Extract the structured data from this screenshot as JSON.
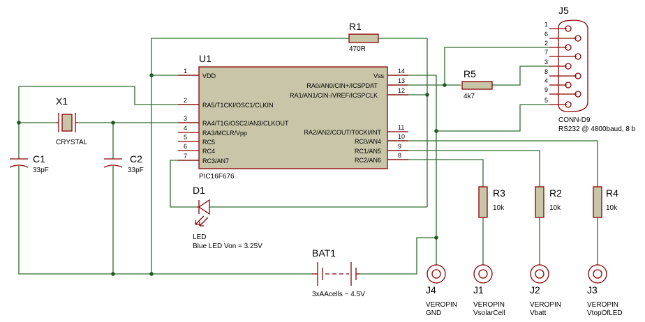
{
  "u1": {
    "ref": "U1",
    "part": "PIC16F676",
    "pins_left": [
      {
        "num": "1",
        "name": "VDD"
      },
      {
        "num": "2",
        "name": "RA5/T1CKI/OSC1/CLKIN"
      },
      {
        "num": "3",
        "name": "RA4/T1G/OSC2/AN3/CLKOUT"
      },
      {
        "num": "4",
        "name": "RA3/MCLR/Vpp"
      },
      {
        "num": "5",
        "name": "RC5"
      },
      {
        "num": "6",
        "name": "RC4"
      },
      {
        "num": "7",
        "name": "RC3/AN7"
      }
    ],
    "pins_right": [
      {
        "num": "14",
        "name": "Vss"
      },
      {
        "num": "13",
        "name": "RA0/AN0/CIN+/ICSPDAT"
      },
      {
        "num": "12",
        "name": "RA1/AN1/CIN-/VREF/ICSPCLK"
      },
      {
        "num": "11",
        "name": "RA2/AN2/COUT/T0CKI/INT"
      },
      {
        "num": "10",
        "name": "RC0/AN4"
      },
      {
        "num": "9",
        "name": "RC1/AN5"
      },
      {
        "num": "8",
        "name": "RC2/AN6"
      }
    ]
  },
  "r1": {
    "ref": "R1",
    "value": "470R"
  },
  "r5": {
    "ref": "R5",
    "value": "4k7"
  },
  "r3": {
    "ref": "R3",
    "value": "10k"
  },
  "r2": {
    "ref": "R2",
    "value": "10k"
  },
  "r4": {
    "ref": "R4",
    "value": "10k"
  },
  "x1": {
    "ref": "X1",
    "value": "CRYSTAL"
  },
  "c1": {
    "ref": "C1",
    "value": "33pF"
  },
  "c2": {
    "ref": "C2",
    "value": "33pF"
  },
  "d1": {
    "ref": "D1",
    "value": "LED",
    "note": "Blue LED Von = 3.25V"
  },
  "bat1": {
    "ref": "BAT1",
    "value": "3xAAcells ~ 4.5V"
  },
  "j5": {
    "ref": "J5",
    "value": "CONN-D9",
    "note": "RS232 @ 4800baud, 8 b",
    "pins": [
      "1",
      "6",
      "2",
      "7",
      "3",
      "8",
      "4",
      "9",
      "5"
    ]
  },
  "j4": {
    "ref": "J4",
    "type": "VEROPIN",
    "label": "GND"
  },
  "j1": {
    "ref": "J1",
    "type": "VEROPIN",
    "label": "VsolarCell"
  },
  "j2": {
    "ref": "J2",
    "type": "VEROPIN",
    "label": "Vbatt"
  },
  "j3": {
    "ref": "J3",
    "type": "VEROPIN",
    "label": "VtopOfLED"
  }
}
